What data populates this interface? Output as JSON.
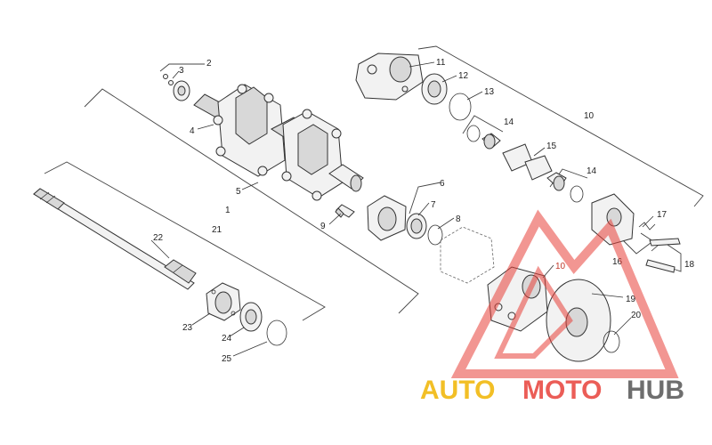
{
  "diagram": {
    "callouts": {
      "c1": "1",
      "c2": "2",
      "c3": "3",
      "c4": "4",
      "c5": "5",
      "c6": "6",
      "c7": "7",
      "c8": "8",
      "c9": "9",
      "c10": "10",
      "c10b": "10",
      "c11": "11",
      "c12": "12",
      "c13": "13",
      "c14a": "14",
      "c14b": "14",
      "c15": "15",
      "c16": "16",
      "c17": "17",
      "c18": "18",
      "c19": "19",
      "c20": "20",
      "c21": "21",
      "c22": "22",
      "c23": "23",
      "c24": "24",
      "c25": "25"
    }
  },
  "watermark": {
    "word_auto": "AUTO",
    "word_moto": "MOTO",
    "word_hub": "HUB",
    "colors": {
      "auto": "#f0b400",
      "moto": "#e8413a",
      "hub": "#555555",
      "triangle": "#e8413a"
    }
  }
}
